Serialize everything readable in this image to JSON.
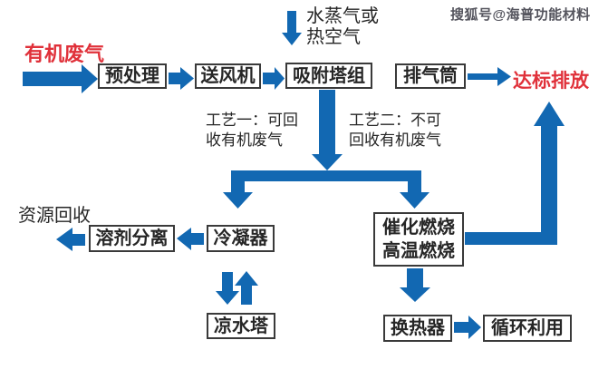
{
  "watermark": "搜狐号@海普功能材料",
  "colors": {
    "arrow": "#1268b2",
    "accent_red": "#e0313a",
    "border": "#3a3a3a",
    "text": "#262626",
    "watermark": "#55555e"
  },
  "labels": {
    "inlet": "有机废气",
    "steam_line1": "水蒸气或",
    "steam_line2": "热空气",
    "outlet": "达标排放",
    "process1_line1": "工艺一：可回",
    "process1_line2": "收有机废气",
    "process2_line1": "工艺二：不可",
    "process2_line2": "回收有机废气",
    "resource_recovery": "资源回收"
  },
  "boxes": {
    "pretreatment": "预处理",
    "blower": "送风机",
    "adsorption_towers": "吸附塔组",
    "exhaust_stack": "排气筒",
    "solvent_separation": "溶剂分离",
    "condenser": "冷凝器",
    "combustion_line1": "催化燃烧",
    "combustion_line2": "高温燃烧",
    "cooling_tower": "凉水塔",
    "heat_exchanger": "换热器",
    "recycling": "循环利用"
  }
}
